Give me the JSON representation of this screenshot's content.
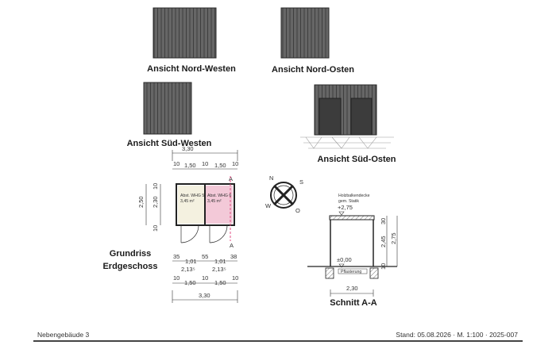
{
  "colors": {
    "facade_dark": "#5e5e5e",
    "facade_plank": "#444444",
    "door": "#3c3c3c",
    "room_left_fill": "#f4f1e0",
    "room_right_fill": "#f3c9d8",
    "cut_line": "#e0407a"
  },
  "elevations": {
    "nw": "Ansicht Nord-Westen",
    "no": "Ansicht Nord-Osten",
    "sw": "Ansicht Süd-Westen",
    "so": "Ansicht Süd-Osten"
  },
  "floor_plan": {
    "title_line1": "Grundriss",
    "title_line2": "Erdgeschoss",
    "overall_width": "3,30",
    "top_row": [
      "10",
      "1,50",
      "10",
      "1,50",
      "10"
    ],
    "left_outer": "2,50",
    "left_inner": "2,30",
    "left_top": "10",
    "left_bottom": "10",
    "room_left_name": "Abst. WHG 5",
    "room_left_area": "3,45 m²",
    "room_right_name": "Abst. WHG 6",
    "room_right_area": "3,45 m²",
    "door_row": [
      "35",
      "1,01",
      "55",
      "1,01",
      "38"
    ],
    "door_height_left": "2,13⁵",
    "door_height_right": "2,13⁵",
    "bottom_row": [
      "10",
      "1,50",
      "10",
      "1,50",
      "10"
    ],
    "bottom_overall": "3,30",
    "cut_mark": "A"
  },
  "compass": {
    "labels": [
      "N",
      "W",
      "S",
      "O"
    ]
  },
  "section": {
    "title": "Schnitt A-A",
    "ceiling_note_line1": "Holzbalkendecke",
    "ceiling_note_line2": "gem. Statik",
    "top_level": "+2,75",
    "floor_level": "±0,00",
    "paving_label": "Pflasterung",
    "width": "2,30",
    "right_dim_30": "30",
    "right_dim_245": "2,45",
    "right_dim_275": "2,75",
    "right_dim_10": "10"
  },
  "footer": {
    "left": "Nebengebäude 3",
    "right": "Stand: 05.08.2026 · M. 1:100 · 2025-007"
  }
}
